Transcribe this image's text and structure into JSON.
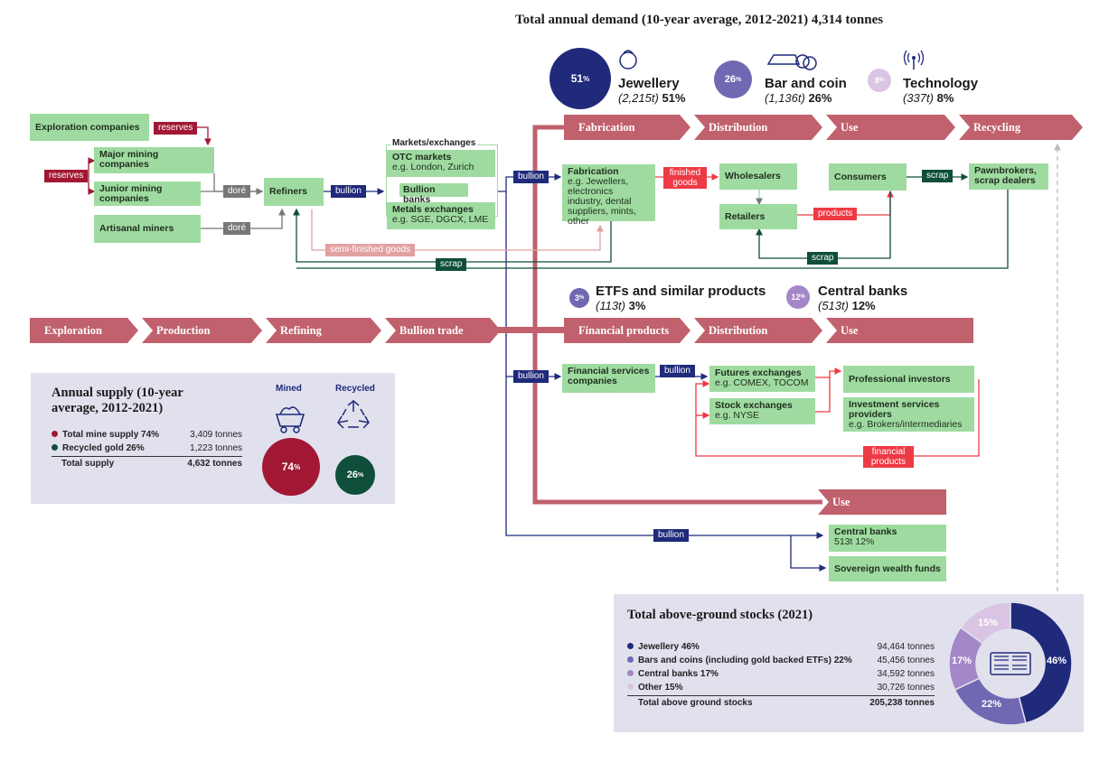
{
  "demand": {
    "title": "Total annual demand (10-year average, 2012-2021) 4,314 tonnes",
    "jewellery": {
      "pct": "51",
      "name": "Jewellery",
      "tonnes": "(2,215t)",
      "share": "51%"
    },
    "barcoin": {
      "pct": "26",
      "name": "Bar and coin",
      "tonnes": "(1,136t)",
      "share": "26%"
    },
    "technology": {
      "pct": "8",
      "name": "Technology",
      "tonnes": "(337t)",
      "share": "8%"
    },
    "etfs": {
      "pct": "3",
      "name": "ETFs and similar products",
      "tonnes": "(113t)",
      "share": "3%"
    },
    "central": {
      "pct": "12",
      "name": "Central banks",
      "tonnes": "(513t)",
      "share": "12%"
    },
    "pct_sign": "%"
  },
  "banners_top": [
    "Fabrication",
    "Distribution",
    "Use",
    "Recycling"
  ],
  "banners_mid": [
    "Exploration",
    "Production",
    "Refining",
    "Bullion trade",
    "Financial products",
    "Distribution",
    "Use"
  ],
  "banner_use_bottom": "Use",
  "boxes": {
    "exploration": "Exploration companies",
    "major": "Major mining companies",
    "junior": "Junior mining companies",
    "artisanal": "Artisanal miners",
    "refiners": "Refiners",
    "markets_title": "Markets/exchanges",
    "otc_title": "OTC markets",
    "otc_sub": "e.g. London, Zurich",
    "bullion_banks": "Bullion banks",
    "metals_title": "Metals exchanges",
    "metals_sub": "e.g. SGE, DGCX, LME",
    "fabrication_title": "Fabrication",
    "fabrication_sub": "e.g. Jewellers, electronics industry, dental suppliers, mints, other",
    "wholesalers": "Wholesalers",
    "retailers": "Retailers",
    "consumers": "Consumers",
    "pawnbrokers": "Pawnbrokers, scrap dealers",
    "fin_services": "Financial services companies",
    "futures_title": "Futures exchanges",
    "futures_sub": "e.g. COMEX, TOCOM",
    "stock_title": "Stock exchanges",
    "stock_sub": "e.g. NYSE",
    "pro_investors": "Professional investors",
    "inv_services_title": "Investment services providers",
    "inv_services_sub": "e.g. Brokers/intermediaries",
    "central_banks_title": "Central banks",
    "central_banks_sub": "513t 12%",
    "sovereign": "Sovereign wealth funds"
  },
  "tags": {
    "reserves": "reserves",
    "dore": "doré",
    "bullion": "bullion",
    "finished_goods": "finished goods",
    "products": "products",
    "scrap": "scrap",
    "semi_finished": "semi-finished goods",
    "financial_products": "financial products"
  },
  "supply": {
    "title": "Annual supply (10-year average, 2012-2021)",
    "mined_label": "Mined",
    "recycled_label": "Recycled",
    "rows": [
      {
        "label": "Total mine supply 74%",
        "value": "3,409 tonnes"
      },
      {
        "label": "Recycled gold 26%",
        "value": "1,223 tonnes"
      }
    ],
    "total_label": "Total supply",
    "total_value": "4,632 tonnes",
    "mined_pct": "74",
    "recycled_pct": "26"
  },
  "stocks": {
    "title": "Total above-ground stocks (2021)",
    "rows": [
      {
        "label": "Jewellery 46%",
        "value": "94,464 tonnes"
      },
      {
        "label": "Bars and coins (including gold backed ETFs) 22%",
        "value": "45,456 tonnes"
      },
      {
        "label": "Central banks 17%",
        "value": "34,592 tonnes"
      },
      {
        "label": "Other 15%",
        "value": "30,726 tonnes"
      }
    ],
    "total_label": "Total above ground stocks",
    "total_value": "205,238 tonnes",
    "donut_labels": [
      "46%",
      "22%",
      "17%",
      "15%"
    ],
    "donut_shares": [
      46,
      22,
      17,
      15
    ]
  },
  "colors": {
    "navy": "#1f2a7a",
    "purple_mid": "#7068b2",
    "purple_light": "#a487c8",
    "lilac": "#d9c5e3",
    "crimson": "#a21834",
    "dark_green": "#0e4e3b",
    "box_green": "#9fdba0",
    "banner": "#c0616d",
    "bright_red": "#ee3a44",
    "panel": "#e1e1ee"
  }
}
